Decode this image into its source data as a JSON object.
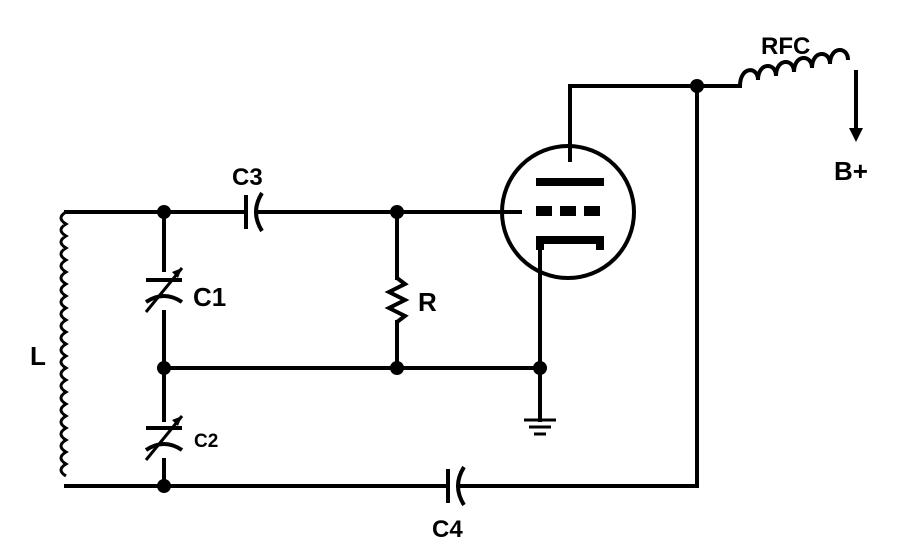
{
  "diagram": {
    "labels": {
      "rfc": "RFC",
      "b_plus": "B+",
      "c3": "C3",
      "c1": "C1",
      "r": "R",
      "l": "L",
      "c2": "C2",
      "c4": "C4"
    },
    "colors": {
      "ink": "#000000",
      "background": "#ffffff"
    }
  }
}
